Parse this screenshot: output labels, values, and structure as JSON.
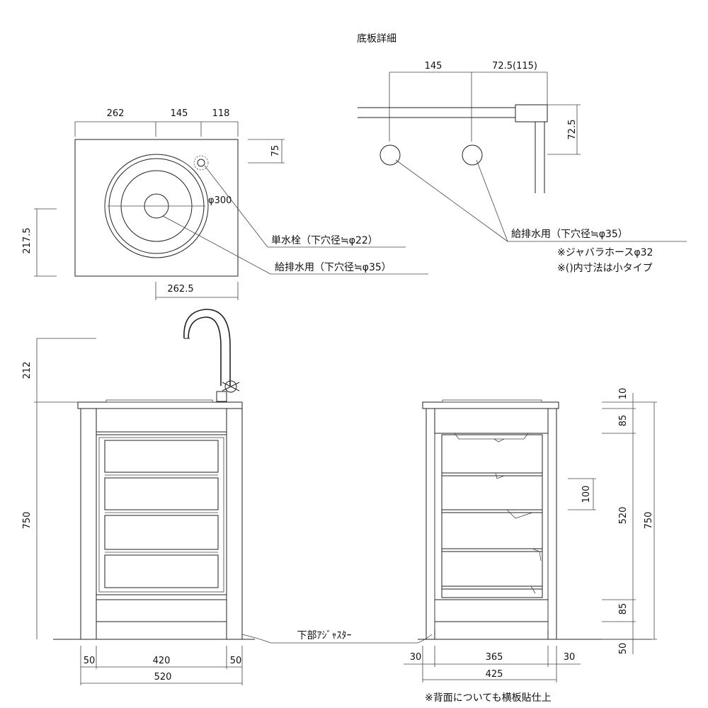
{
  "bottom_detail": {
    "title": "底板詳細",
    "dim_145": "145",
    "dim_72_5_115": "72.5(115)",
    "dim_72_5_v": "72.5",
    "callout": "給排水用（下穴径≒φ35）",
    "note_hose": "※ジャバラホースφ32",
    "note_size": "※()内寸法は小タイプ"
  },
  "top_view": {
    "dim_262": "262",
    "dim_145": "145",
    "dim_118": "118",
    "dim_75": "75",
    "dim_217_5": "217.5",
    "dim_262_5": "262.5",
    "dim_phi300": "φ300",
    "callout_faucet": "単水栓（下穴径≒φ22）",
    "callout_drain": "給排水用（下穴径≒φ35）"
  },
  "front_view": {
    "dim_212": "212",
    "dim_750": "750",
    "dim_50_left": "50",
    "dim_420": "420",
    "dim_50_right": "50",
    "dim_520": "520",
    "adjuster_label": "下部ｱｼﾞｬｽﾀｰ"
  },
  "side_view": {
    "dim_10": "10",
    "dim_85_top": "85",
    "dim_100": "100",
    "dim_520": "520",
    "dim_750": "750",
    "dim_85_bottom": "85",
    "dim_50": "50",
    "dim_30_left": "30",
    "dim_365": "365",
    "dim_30_right": "30",
    "dim_425": "425",
    "note_back": "※背面についても横板貼仕上"
  }
}
